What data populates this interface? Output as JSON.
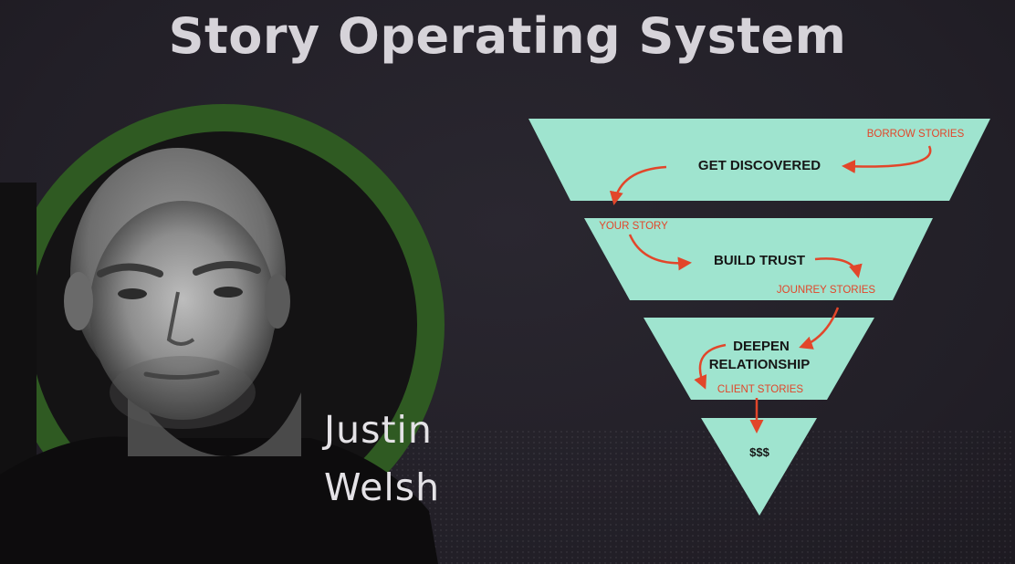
{
  "title": "Story Operating System",
  "person": {
    "first_name": "Justin",
    "last_name": "Welsh"
  },
  "funnel": {
    "stages": [
      {
        "label": "GET DISCOVERED"
      },
      {
        "label": "BUILD TRUST"
      },
      {
        "label_line1": "DEEPEN",
        "label_line2": "RELATIONSHIP"
      },
      {
        "label": "$$$"
      }
    ],
    "annotations": {
      "borrow": "BORROW STORIES",
      "your": "YOUR STORY",
      "journey": "JOUNREY STORIES",
      "client": "CLIENT  STORIES"
    }
  },
  "colors": {
    "funnel_fill": "#9fe4cf",
    "arrow": "#e2462a",
    "ring": "#2f5a22",
    "background": "#24212a"
  }
}
